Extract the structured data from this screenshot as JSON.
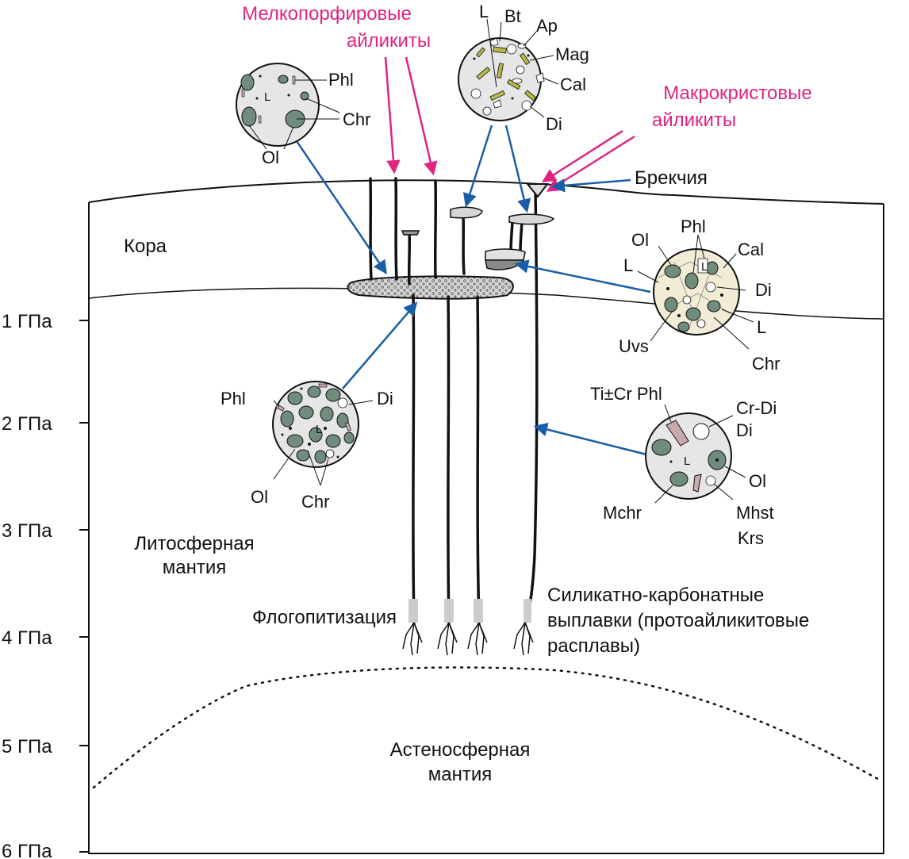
{
  "scale": {
    "ticks": [
      "1 ГПа",
      "2 ГПа",
      "3 ГПа",
      "4 ГПа",
      "5 ГПа",
      "6 ГПа"
    ]
  },
  "zones": {
    "crust": "Кора",
    "lithosphere_line1": "Литосферная",
    "lithosphere_line2": "мантия",
    "asthenosphere_line1": "Астеносферная",
    "asthenosphere_line2": "мантия"
  },
  "process": {
    "phlogopitization": "Флогопитизация",
    "melts_line1": "Силикатно-карбонатные",
    "melts_line2": "выплавки (протоайликитовые",
    "melts_line3": "расплавы)"
  },
  "rock_types": {
    "fine_line1": "Мелкопорфировые",
    "fine_line2": "айликиты",
    "macro_line1": "Макрокристовые",
    "macro_line2": "айликиты",
    "breccia": "Брекчия"
  },
  "insets": {
    "top_left": {
      "L": "L",
      "phl": "Phl",
      "chr": "Chr",
      "ol": "Ol"
    },
    "top_center": {
      "L": "L",
      "bt": "Bt",
      "ap": "Ap",
      "mag": "Mag",
      "cal": "Cal",
      "di": "Di"
    },
    "right_upper": {
      "ol": "Ol",
      "phl": "Phl",
      "cal": "Cal",
      "L1": "L",
      "L2": "L",
      "L3": "L",
      "di": "Di",
      "uvs": "Uvs",
      "chr": "Chr"
    },
    "left_mid": {
      "L": "L",
      "phl": "Phl",
      "di": "Di",
      "ol": "Ol",
      "chr": "Chr"
    },
    "right_mid": {
      "L": "L",
      "ticr": "Ti±Cr Phl",
      "crdi": "Cr-Di",
      "di": "Di",
      "ol": "Ol",
      "mchr": "Mchr",
      "mhst": "Mhst",
      "krs": "Krs"
    }
  },
  "colors": {
    "magenta": "#e0237f",
    "blue_arrow": "#1a5ea8",
    "olivine": "#6f8c7c",
    "inset_fill": "#e6e6e6",
    "phlogopite": "#c9a9a9",
    "yellow_green": "#b8b84a",
    "carbonate_matrix": "#f2ecd6"
  }
}
